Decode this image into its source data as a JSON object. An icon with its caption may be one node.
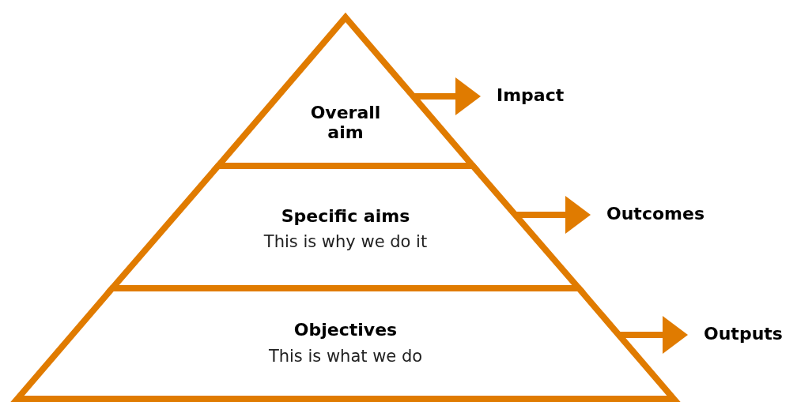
{
  "diagram": {
    "nodes": [
      {
        "text": [
          "Overall aim"
        ]
      },
      {
        "text": [
          "Specific aims",
          "This is why we do it"
        ]
      },
      {
        "text": [
          "Objectives",
          "This is what we do"
        ]
      },
      {
        "text": [
          "Impact"
        ]
      },
      {
        "text": [
          "Outcomes"
        ]
      },
      {
        "text": [
          "Outputs"
        ]
      }
    ],
    "edges": [
      {
        "from": 0,
        "to": 3,
        "arrow": "to"
      },
      {
        "from": 1,
        "to": 4,
        "arrow": "to"
      },
      {
        "from": 2,
        "to": 5,
        "arrow": "to"
      }
    ]
  }
}
